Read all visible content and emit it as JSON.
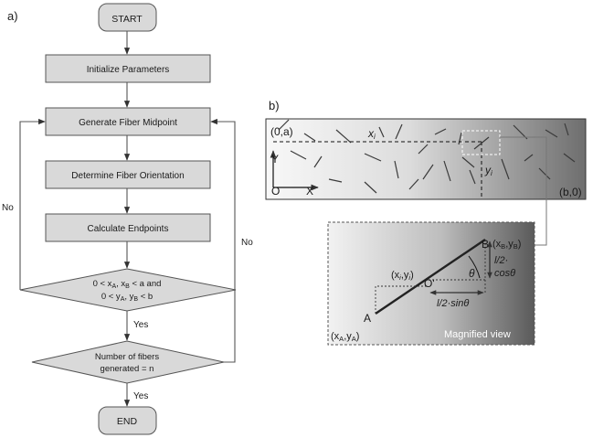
{
  "panel_a": {
    "label": "a)",
    "start": "START",
    "steps": [
      "Initialize Parameters",
      "Generate Fiber Midpoint",
      "Determine Fiber Orientation",
      "Calculate Endpoints"
    ],
    "decision1": {
      "line1": "0 < x",
      "line1_sub_a": "A",
      "line1_mid": ", x",
      "line1_sub_b": "B",
      "line1_end": " < a and",
      "line2": "0 < y",
      "line2_sub_a": "A",
      "line2_mid": ", y",
      "line2_sub_b": "B",
      "line2_end": " < b"
    },
    "decision2": {
      "line1": "Number of fibers",
      "line2": "generated = n"
    },
    "end": "END",
    "yes1": "Yes",
    "yes2": "Yes",
    "no_left": "No",
    "no_right": "No"
  },
  "panel_b": {
    "label": "b)",
    "corner_top_left": "(0,a)",
    "corner_bottom_right": "(b,0)",
    "axis_y": "Y",
    "origin": "O",
    "axis_x": "X",
    "xi_label": "x",
    "xi_sub": "i",
    "yi_label": "y",
    "yi_sub": "i",
    "magnified": {
      "label": "Magnified view",
      "point_a": "A",
      "point_b": "B",
      "point_o": "O'",
      "coord_a": "(x",
      "coord_a_sub1": "A",
      "coord_a_mid": ",y",
      "coord_a_sub2": "A",
      "coord_a_end": ")",
      "coord_b": "(x",
      "coord_b_sub1": "B",
      "coord_b_mid": ",y",
      "coord_b_sub2": "B",
      "coord_b_end": ")",
      "coord_mid": "(x",
      "coord_mid_sub1": "i",
      "coord_mid_mid": ",y",
      "coord_mid_sub2": "i",
      "coord_mid_end": ")",
      "theta": "θ",
      "vert_line1": "l/2·",
      "vert_line2": "cosθ",
      "horiz": "l/2·sinθ"
    }
  }
}
